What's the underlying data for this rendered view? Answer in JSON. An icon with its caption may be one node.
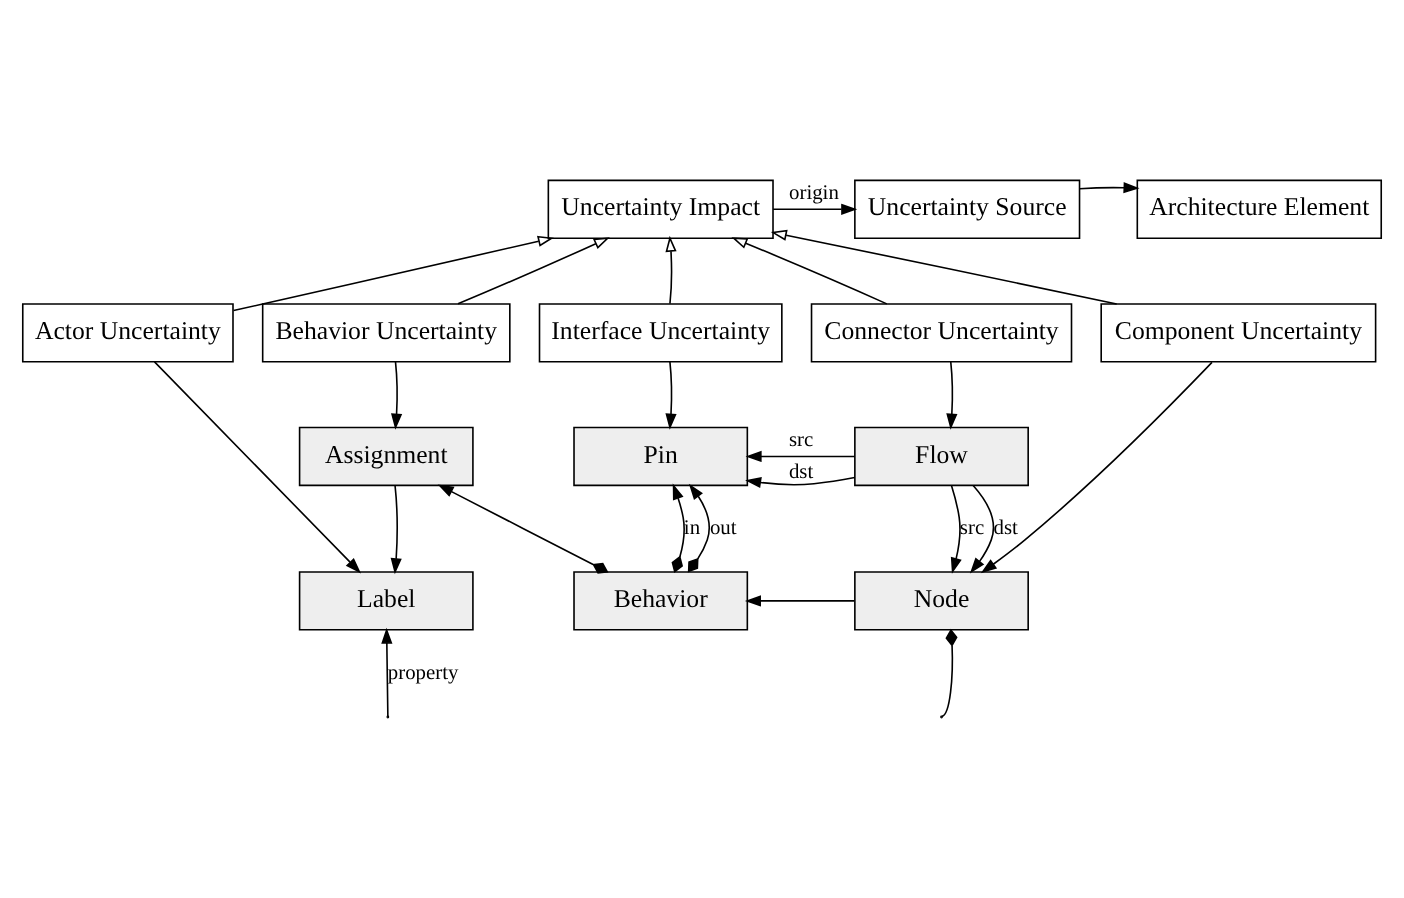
{
  "diagram": {
    "nodes": [
      {
        "text": [
          "Uncertainty Impact"
        ]
      },
      {
        "text": [
          "Uncertainty Source"
        ]
      },
      {
        "text": [
          "Architecture Element"
        ]
      },
      {
        "text": [
          "Actor Uncertainty"
        ]
      },
      {
        "text": [
          "Behavior Uncertainty"
        ]
      },
      {
        "text": [
          "Interface Uncertainty"
        ]
      },
      {
        "text": [
          "Connector Uncertainty"
        ]
      },
      {
        "text": [
          "Component Uncertainty"
        ]
      },
      {
        "text": [
          "Assignment"
        ]
      },
      {
        "text": [
          "Pin"
        ]
      },
      {
        "text": [
          "Flow"
        ]
      },
      {
        "text": [
          "Label"
        ]
      },
      {
        "text": [
          "Behavior"
        ]
      },
      {
        "text": [
          "Node"
        ]
      }
    ],
    "edges": [
      {
        "from": 0,
        "to": 1,
        "arrow": "to",
        "label": "origin"
      },
      {
        "from": 1,
        "to": 2,
        "arrow": "to"
      },
      {
        "from": 3,
        "to": 0,
        "arrow": "to"
      },
      {
        "from": 4,
        "to": 0,
        "arrow": "to"
      },
      {
        "from": 5,
        "to": 0,
        "arrow": "to"
      },
      {
        "from": 6,
        "to": 0,
        "arrow": "to"
      },
      {
        "from": 7,
        "to": 0,
        "arrow": "to"
      },
      {
        "from": 3,
        "to": 11,
        "arrow": "to"
      },
      {
        "from": 4,
        "to": 8,
        "arrow": "to"
      },
      {
        "from": 5,
        "to": 9,
        "arrow": "to"
      },
      {
        "from": 6,
        "to": 10,
        "arrow": "to"
      },
      {
        "from": 7,
        "to": 13,
        "arrow": "to"
      },
      {
        "from": 10,
        "to": 9,
        "arrow": "to",
        "label": "src"
      },
      {
        "from": 10,
        "to": 9,
        "arrow": "to",
        "label": "dst"
      },
      {
        "from": 8,
        "to": 11,
        "arrow": "to"
      },
      {
        "from": 12,
        "to": 9,
        "arrow": "to",
        "label": "in"
      },
      {
        "from": 12,
        "to": 9,
        "arrow": "to",
        "label": "out"
      },
      {
        "from": 12,
        "to": 8,
        "arrow": "to"
      },
      {
        "from": 13,
        "to": 12,
        "arrow": "to"
      },
      {
        "from": 10,
        "to": 13,
        "arrow": "to",
        "label": "src"
      },
      {
        "from": 10,
        "to": 13,
        "arrow": "to",
        "label": "dst"
      },
      {
        "from": null,
        "to": 11,
        "arrow": "to",
        "label": "property"
      },
      {
        "from": 13,
        "to": null,
        "arrow": "other"
      }
    ]
  }
}
